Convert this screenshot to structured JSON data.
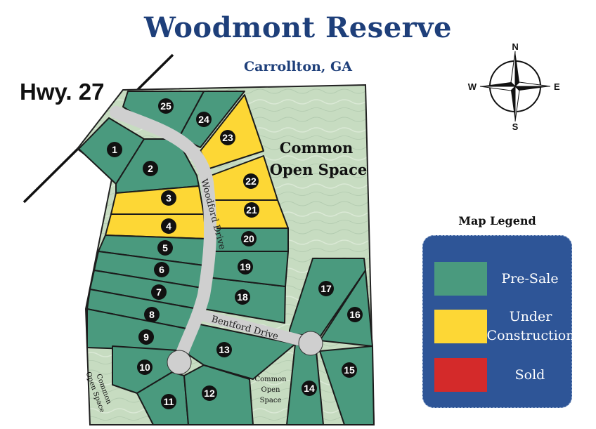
{
  "title": "Woodmont Reserve",
  "subtitle": "Carrollton, GA",
  "highway_label": "Hwy. 27",
  "compass": {
    "n": "N",
    "s": "S",
    "e": "E",
    "w": "W"
  },
  "roads": {
    "main": "Woodford Drive",
    "side": "Bentford Drive"
  },
  "common_space": {
    "large": [
      "Common",
      "Open Space"
    ],
    "center": [
      "Common",
      "Open",
      "Space"
    ],
    "left": [
      "Common",
      "Open Space"
    ]
  },
  "legend": {
    "title": "Map Legend",
    "items": [
      {
        "label": "Pre-Sale",
        "color": "#4a9a7e"
      },
      {
        "label": "Under Construction",
        "color": "#fdd735"
      },
      {
        "label": "Sold",
        "color": "#d42a2a"
      }
    ]
  },
  "colors": {
    "pre_sale": "#4a9a7e",
    "under_construction": "#fdd735",
    "sold": "#d42a2a",
    "common_space": "#c7dcc1",
    "road": "#d0d0d0",
    "title": "#1e3f7a"
  },
  "lots": [
    {
      "number": "1",
      "status": "pre_sale"
    },
    {
      "number": "2",
      "status": "pre_sale"
    },
    {
      "number": "3",
      "status": "under_construction"
    },
    {
      "number": "4",
      "status": "under_construction"
    },
    {
      "number": "5",
      "status": "pre_sale"
    },
    {
      "number": "6",
      "status": "pre_sale"
    },
    {
      "number": "7",
      "status": "pre_sale"
    },
    {
      "number": "8",
      "status": "pre_sale"
    },
    {
      "number": "9",
      "status": "pre_sale"
    },
    {
      "number": "10",
      "status": "pre_sale"
    },
    {
      "number": "11",
      "status": "pre_sale"
    },
    {
      "number": "12",
      "status": "pre_sale"
    },
    {
      "number": "13",
      "status": "pre_sale"
    },
    {
      "number": "14",
      "status": "pre_sale"
    },
    {
      "number": "15",
      "status": "pre_sale"
    },
    {
      "number": "16",
      "status": "pre_sale"
    },
    {
      "number": "17",
      "status": "pre_sale"
    },
    {
      "number": "18",
      "status": "pre_sale"
    },
    {
      "number": "19",
      "status": "pre_sale"
    },
    {
      "number": "20",
      "status": "pre_sale"
    },
    {
      "number": "21",
      "status": "under_construction"
    },
    {
      "number": "22",
      "status": "under_construction"
    },
    {
      "number": "23",
      "status": "under_construction"
    },
    {
      "number": "24",
      "status": "pre_sale"
    },
    {
      "number": "25",
      "status": "pre_sale"
    }
  ]
}
